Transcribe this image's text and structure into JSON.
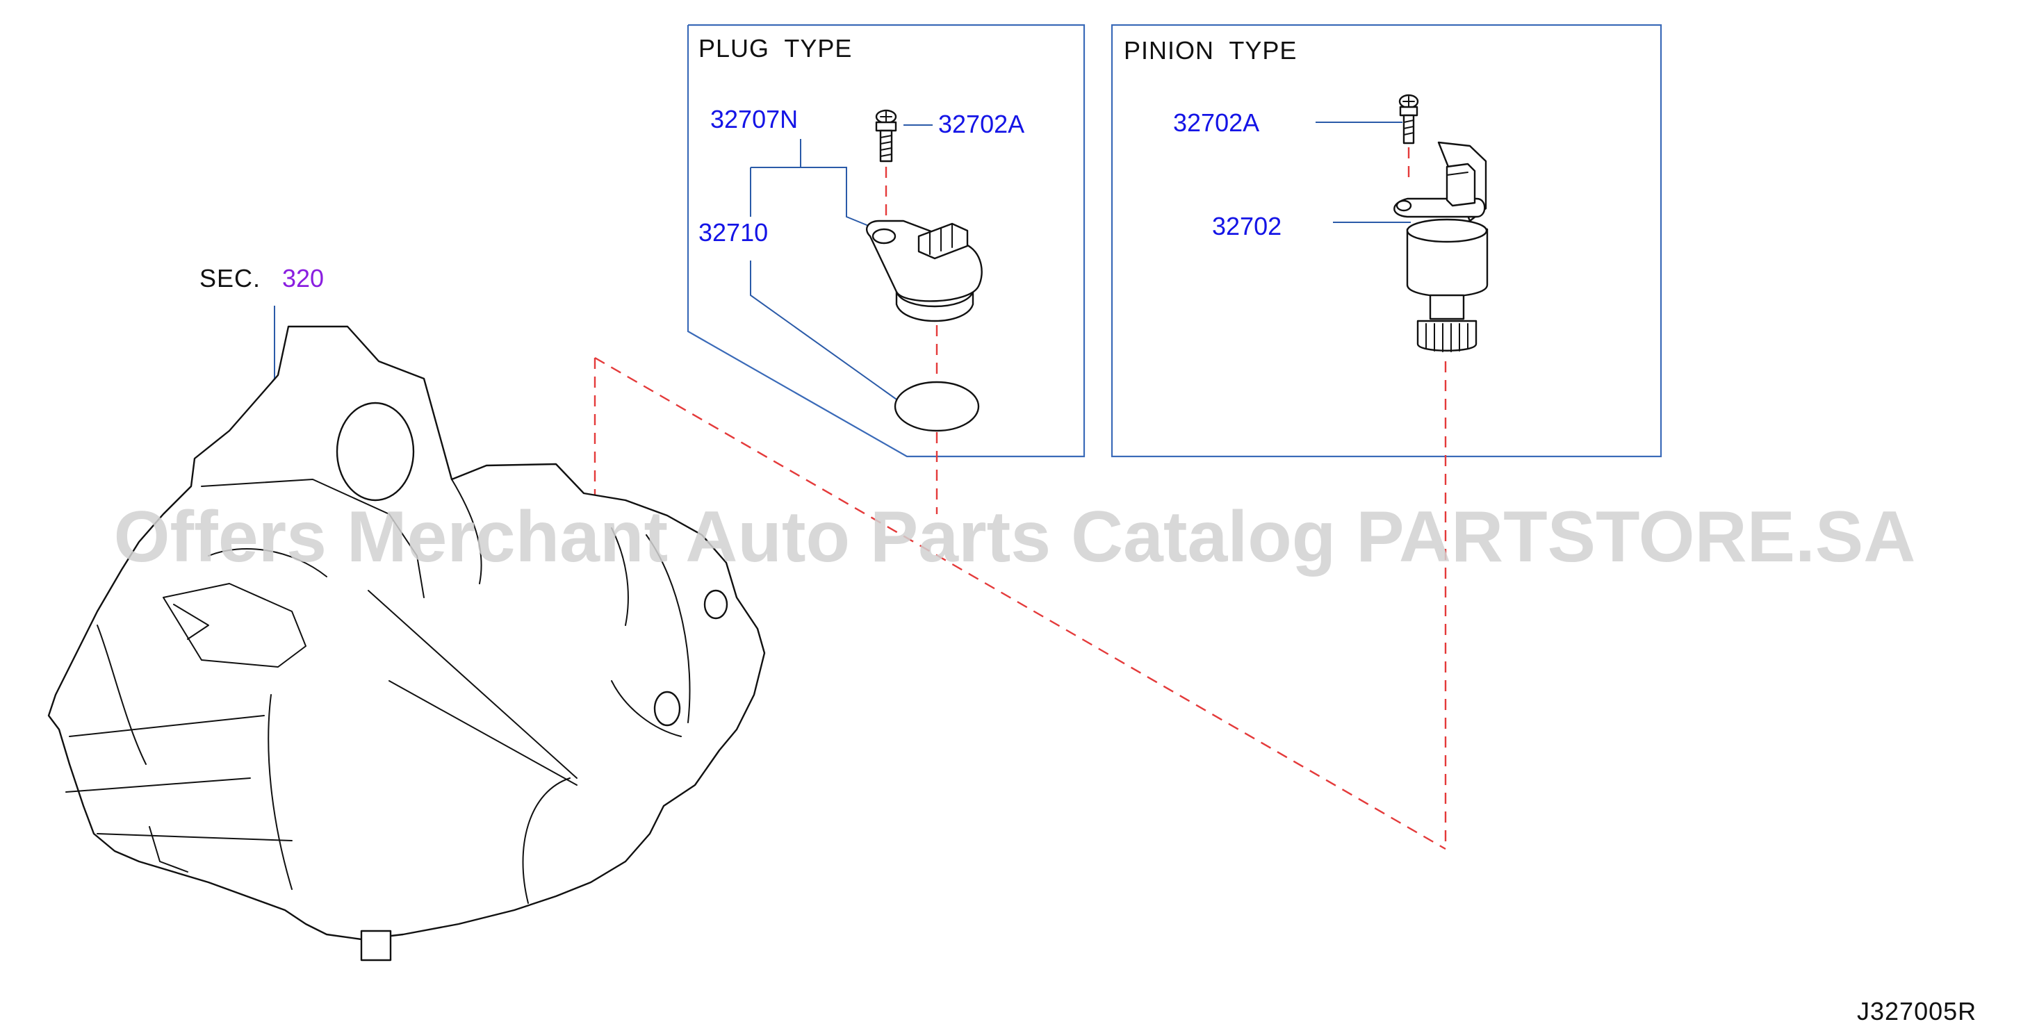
{
  "diagram": {
    "section_ref": {
      "prefix": "SEC.",
      "number": "320"
    },
    "plug_type": {
      "title": "PLUG  TYPE",
      "labels": {
        "sensor_assy": "32707N",
        "bolt": "32702A",
        "o_ring": "32710"
      }
    },
    "pinion_type": {
      "title": "PINION  TYPE",
      "labels": {
        "bolt": "32702A",
        "sensor": "32702"
      }
    },
    "diagram_code": "J327005R",
    "watermark": "Offers Merchant Auto Parts Catalog PARTSTORE.SA",
    "colors": {
      "part_number": "#1414e6",
      "section_number": "#8a1ee0",
      "leader_line": "#2a5aa8",
      "dashed_line": "#e43a3a"
    }
  }
}
